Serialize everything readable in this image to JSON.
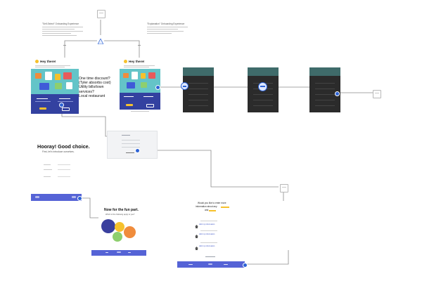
{
  "flow": {
    "selfdirect_note_title": "\"Self-Select\" Onboarding Experience",
    "explicit_note_title": "\"Explanation\" Onboarding Experience",
    "screen1_greeting": "Hey there!",
    "screen2_greeting": "Hey there!",
    "callout_text": "One time discount?\n(Tyler absorbs cost)\nUtility bills/town\nservices?\nLocal restaurant",
    "hooray_title": "Hooray! Good choice.",
    "hooray_subtitle": "First, let's introduce ourselves.",
    "fun_part_title": "Now for the fun part.",
    "fun_part_subtitle": "Which of the following apply to you?",
    "info_title_line1": "Would you like to enter more",
    "info_title_line2": "information about any",
    "info_title_line3": "and",
    "link_label_1": "Add my information",
    "link_label_2": "Add my information",
    "link_label_3": "Add my information"
  },
  "colors": {
    "wire": "#8a8a8a",
    "accent_blue": "#2d63d6",
    "hero_navy": "#2d3a8c",
    "hero_teal": "#64c4c8",
    "bar_blue": "#5563d6",
    "yellow": "#f6c12c"
  },
  "icons": {
    "start": "lightbulb-icon",
    "home": "house-icon"
  }
}
